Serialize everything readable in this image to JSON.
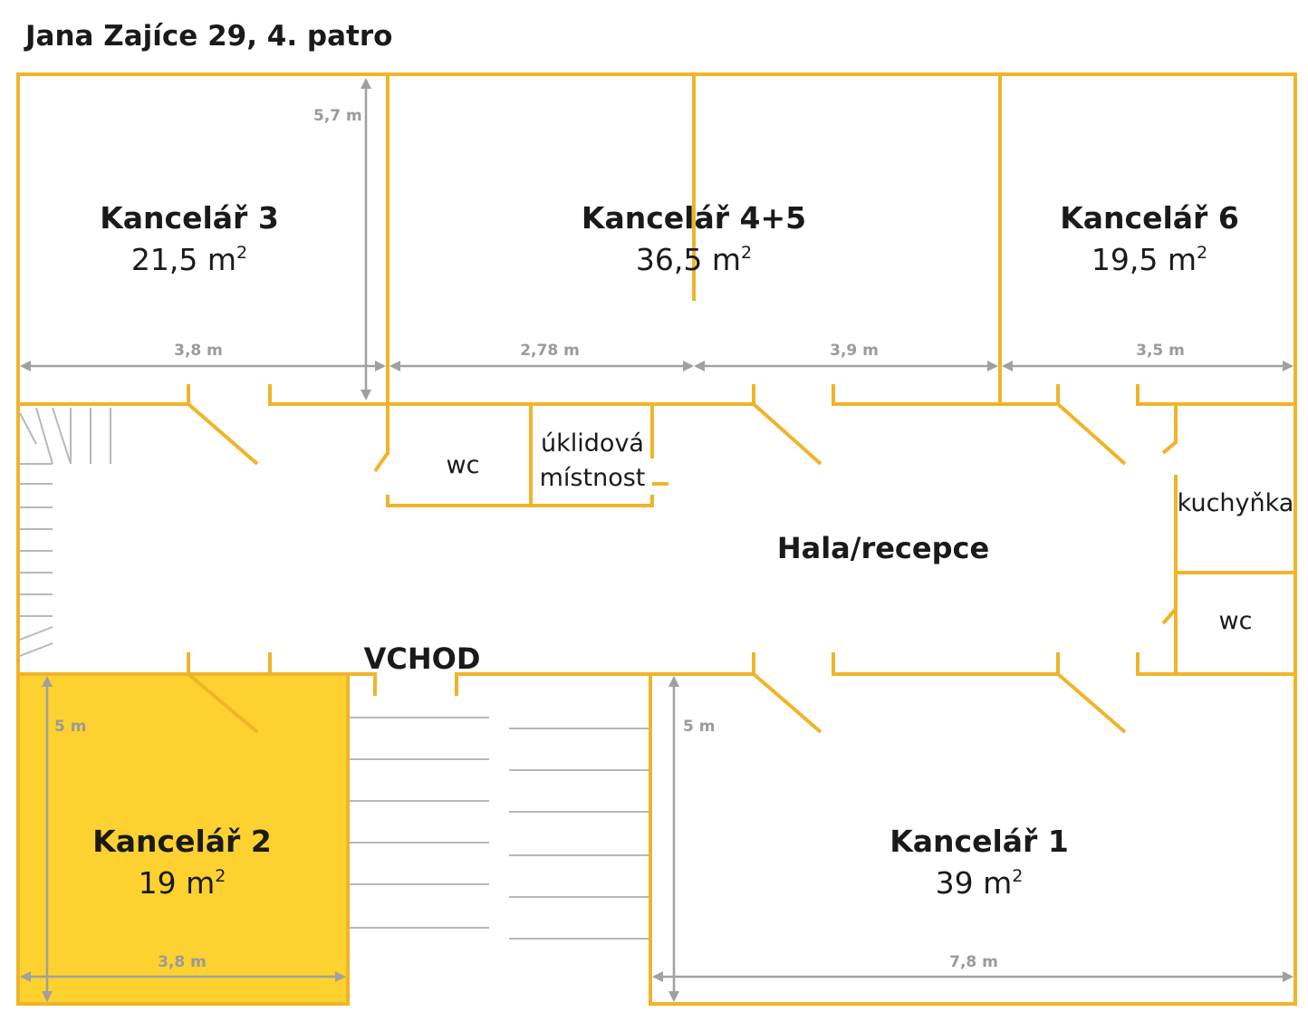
{
  "header": {
    "title": "Jana Zajíce 29, 4. patro"
  },
  "colors": {
    "wall": "#f0b429",
    "highlight": "#fdd12f",
    "dimension": "#a0a0a0",
    "text": "#1a1a1a"
  },
  "rooms": {
    "kancelar3": {
      "name": "Kancelář 3",
      "area": "21,5 m",
      "unit_sup": "2",
      "dims": [
        "5,7 m",
        "3,8 m"
      ]
    },
    "kancelar45": {
      "name": "Kancelář 4+5",
      "area": "36,5 m",
      "unit_sup": "2",
      "dims": [
        "2,78 m",
        "3,9 m"
      ]
    },
    "kancelar6": {
      "name": "Kancelář 6",
      "area": "19,5 m",
      "unit_sup": "2",
      "dims": [
        "3,5 m"
      ]
    },
    "kancelar2": {
      "name": "Kancelář 2",
      "area": "19 m",
      "unit_sup": "2",
      "dims": [
        "5 m",
        "3,8 m"
      ],
      "highlighted": true
    },
    "kancelar1": {
      "name": "Kancelář 1",
      "area": "39 m",
      "unit_sup": "2",
      "dims": [
        "5 m",
        "7,8 m"
      ]
    }
  },
  "small_rooms": {
    "wc_top": "wc",
    "cleaning_line1": "úklidová",
    "cleaning_line2": "místnost",
    "kitchen": "kuchyňka",
    "wc_right": "wc"
  },
  "hall": "Hala/recepce",
  "entrance": "VCHOD"
}
